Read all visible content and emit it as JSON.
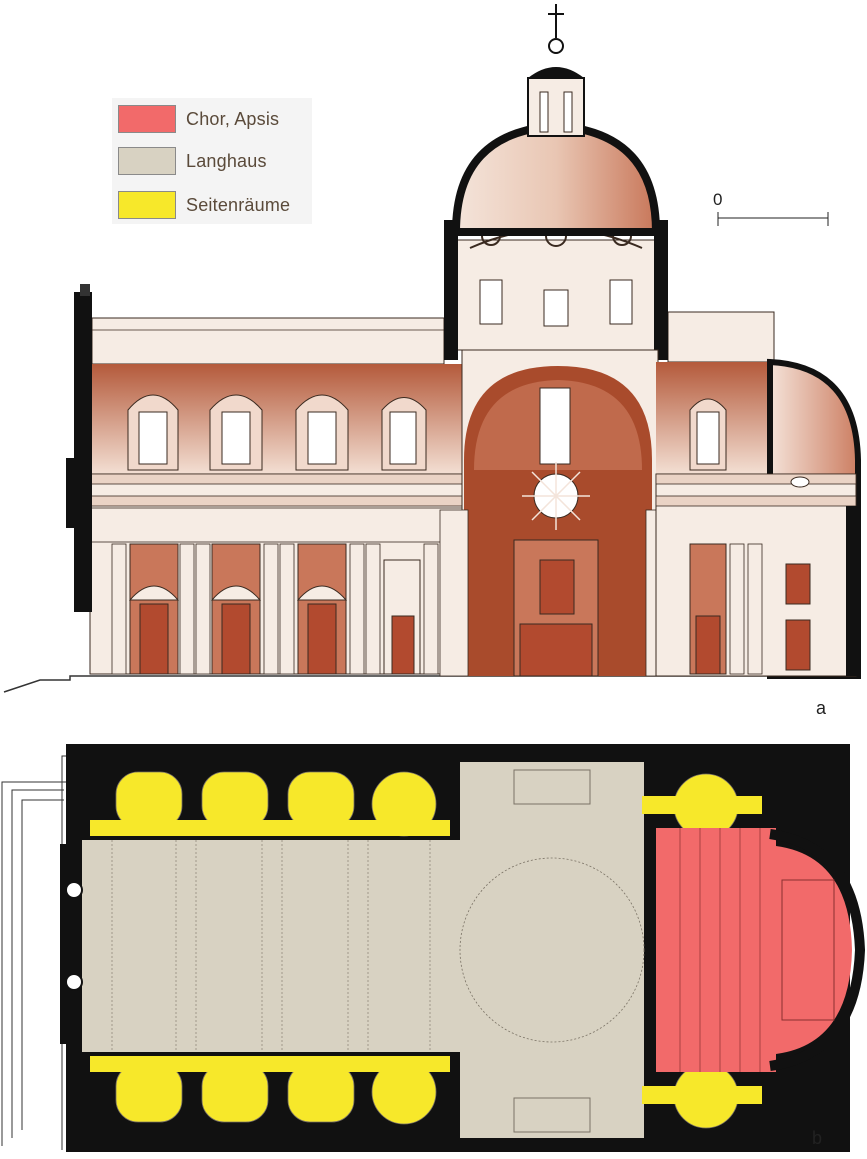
{
  "legend": {
    "items": [
      {
        "label": "Chor, Apsis",
        "color": "#f26a6a"
      },
      {
        "label": "Langhaus",
        "color": "#d8d2c2"
      },
      {
        "label": "Seitenräume",
        "color": "#f7e82a"
      }
    ]
  },
  "scale_bar": {
    "zero_label": "0"
  },
  "panels": {
    "section_label": "a",
    "plan_label": "b"
  },
  "colors": {
    "wall": "#111111",
    "section_wall": "#a94b2c",
    "section_light": "#f6ece4",
    "section_mid": "#d99a82",
    "plan_nave": "#d8d2c2",
    "plan_side": "#f7e82a",
    "plan_choir": "#f26a6a"
  }
}
